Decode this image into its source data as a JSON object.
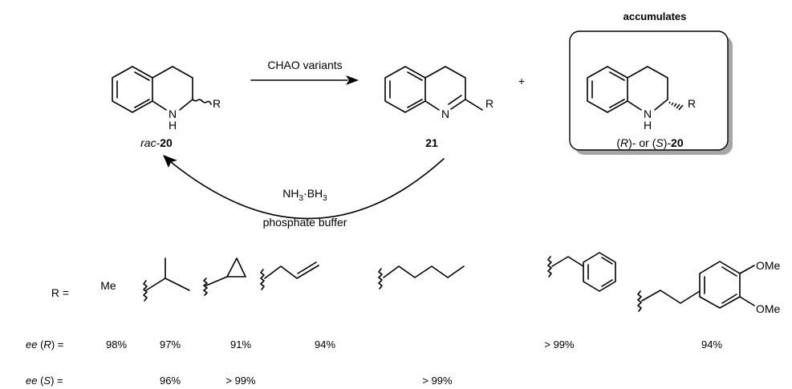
{
  "scheme": {
    "arrow_forward_label": "CHAO variants",
    "reductant_label": "NH3·BH3",
    "reductant_main": "NH",
    "reductant_sub1": "3",
    "reductant_dot": "·BH",
    "reductant_sub2": "3",
    "buffer_label": "phosphate buffer",
    "plus": "+",
    "box_title": "accumulates",
    "atoms": {
      "N": "N",
      "H": "H",
      "R": "R"
    }
  },
  "compounds": {
    "start": {
      "prefix": "rac",
      "dash": "-",
      "number": "20"
    },
    "imine": {
      "number": "21"
    },
    "product": {
      "open1": "(",
      "R_conf": "R",
      "close1": ")- or (",
      "S_conf": "S",
      "close2": ")-",
      "number": "20"
    }
  },
  "substituents": {
    "label": "R =",
    "me_label": "Me",
    "ome_label": "OMe",
    "items": [
      {
        "id": "methyl"
      },
      {
        "id": "isopropyl"
      },
      {
        "id": "cyclopropyl"
      },
      {
        "id": "allyl"
      },
      {
        "id": "pentyl"
      },
      {
        "id": "benzyl"
      },
      {
        "id": "dimethoxyphenethyl"
      }
    ]
  },
  "ee": {
    "r_label_ee": "ee",
    "r_label_conf": "R",
    "s_label_conf": "S",
    "r_values": [
      "98%",
      "97%",
      "91%",
      "94%",
      "> 99%",
      "94%"
    ],
    "s_values": [
      "96%",
      "> 99%",
      "> 99%"
    ]
  }
}
